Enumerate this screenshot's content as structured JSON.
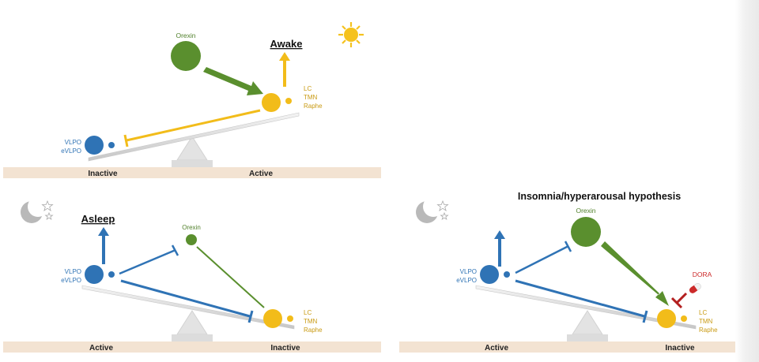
{
  "panels": {
    "awake": {
      "state_label": "Awake",
      "orexin_label": "Orexin",
      "wake_centers": [
        "LC",
        "TMN",
        "Raphe"
      ],
      "sleep_centers": [
        "VLPO",
        "eVLPO"
      ],
      "left_floor_label": "Inactive",
      "right_floor_label": "Active"
    },
    "asleep": {
      "state_label": "Asleep",
      "orexin_label": "Orexin",
      "wake_centers": [
        "LC",
        "TMN",
        "Raphe"
      ],
      "sleep_centers": [
        "VLPO",
        "eVLPO"
      ],
      "left_floor_label": "Active",
      "right_floor_label": "Inactive"
    },
    "insomnia": {
      "title": "Insomnia/hyperarousal hypothesis",
      "orexin_label": "Orexin",
      "drug_label": "DORA",
      "wake_centers": [
        "LC",
        "TMN",
        "Raphe"
      ],
      "sleep_centers": [
        "VLPO",
        "eVLPO"
      ],
      "left_floor_label": "Active",
      "right_floor_label": "Inactive"
    }
  },
  "colors": {
    "orexin": "#5a8f2e",
    "wake": "#f2bc1a",
    "wake_text": "#c99a12",
    "sleep": "#2f73b5",
    "floor": "#f3e3d2",
    "fulcrum": "#e2e2e2",
    "beam": "#cfcfcf",
    "drug": "#cc2a2a",
    "sun": "#f5c21e",
    "moon": "#b9b9b9"
  },
  "icons": [
    "sun-icon",
    "moon-icon",
    "star-icon",
    "pill-icon"
  ]
}
